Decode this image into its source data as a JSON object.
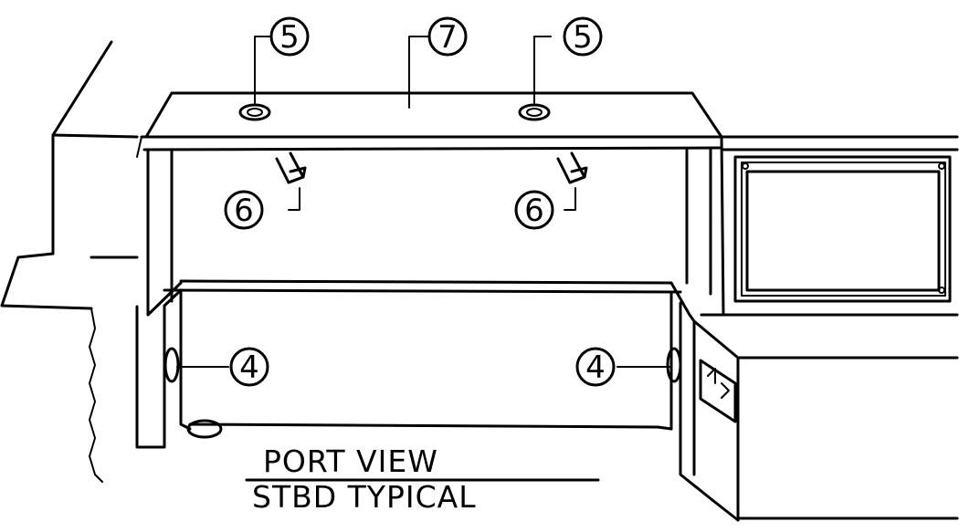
{
  "callouts": {
    "fastener_left": "5",
    "panel_top": "7",
    "fastener_right": "5",
    "light_left": "6",
    "light_right": "6",
    "side_hole_left": "4",
    "side_hole_right": "4"
  },
  "caption": {
    "line1": "PORT VIEW",
    "line2": "STBD TYPICAL"
  }
}
